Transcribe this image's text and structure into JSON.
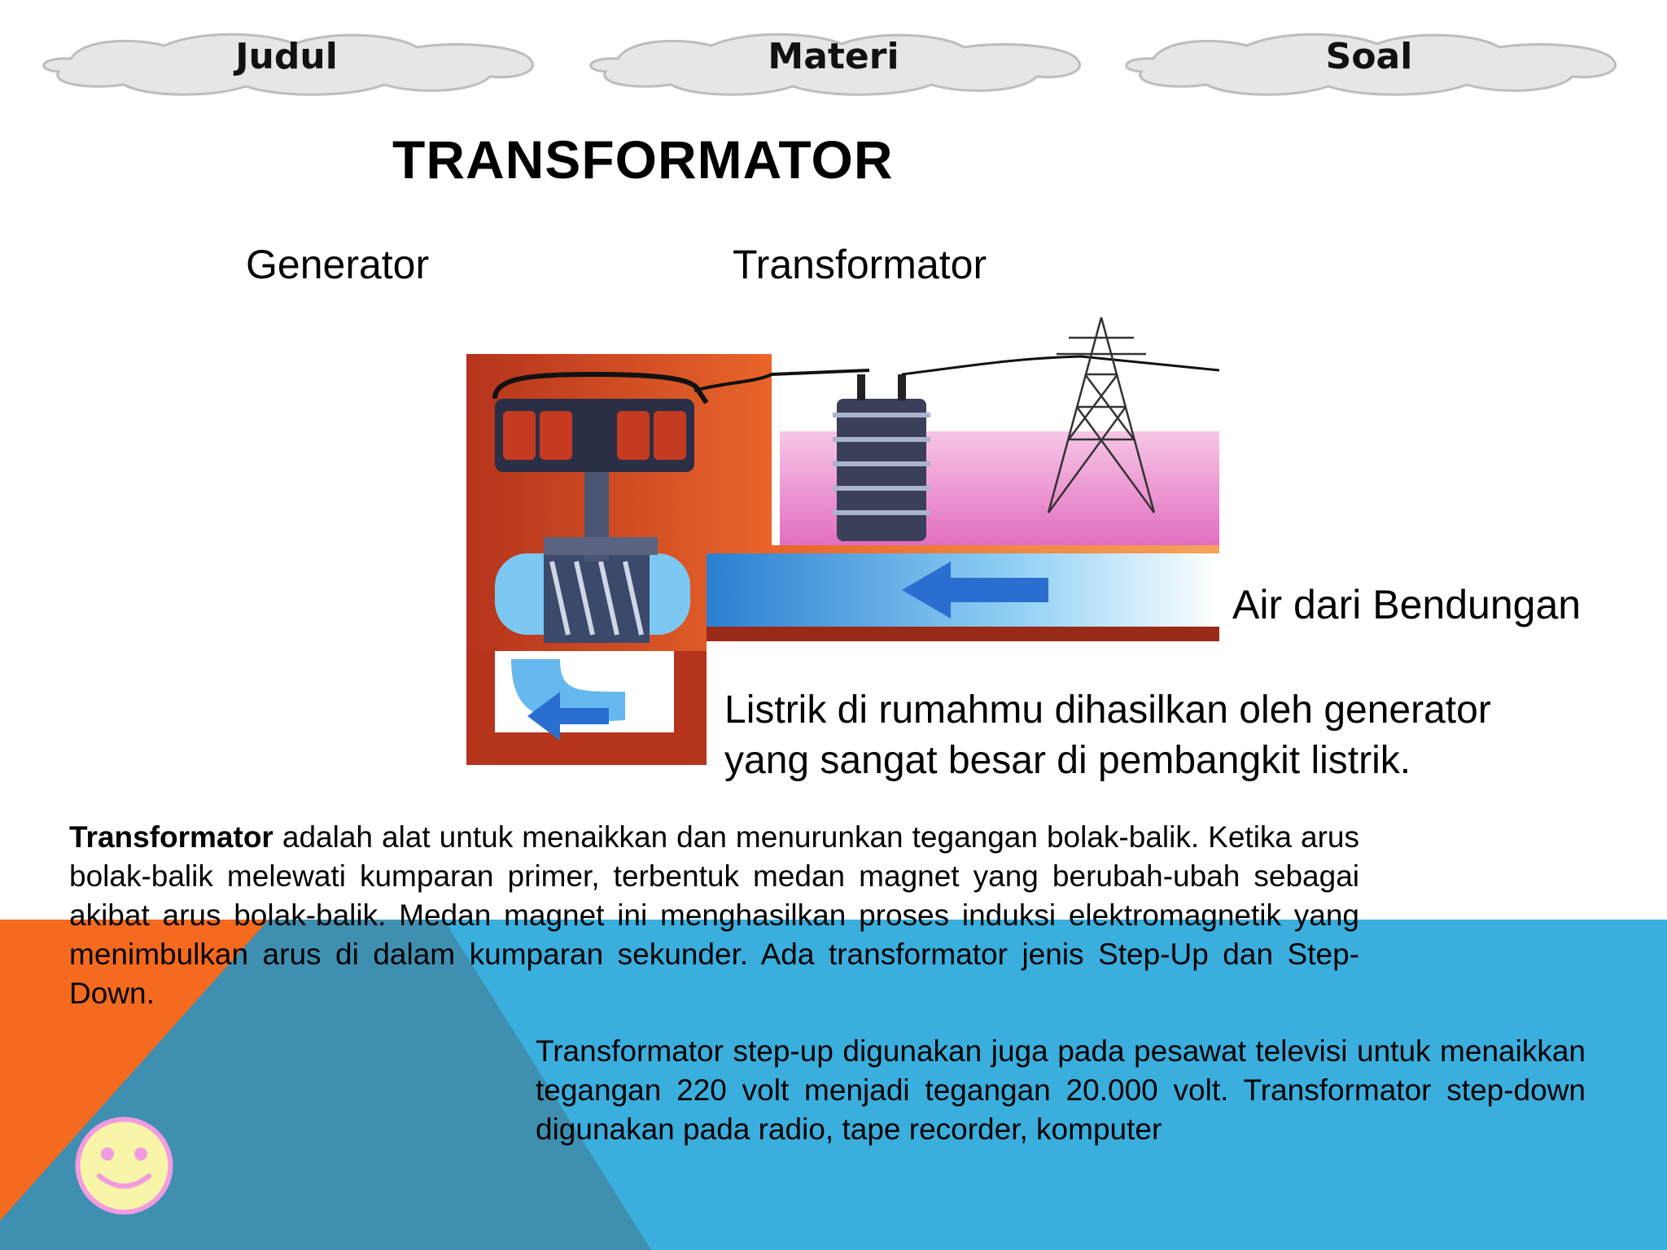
{
  "nav": {
    "judul": "Judul",
    "materi": "Materi",
    "soal": "Soal"
  },
  "title": "TRANSFORMATOR",
  "diagram": {
    "generator_label": "Generator",
    "transformator_label": "Transformator",
    "water_label": "Air dari Bendungan"
  },
  "caption": {
    "line1": "Listrik di rumahmu dihasilkan oleh generator",
    "line2": "yang sangat besar di pembangkit listrik."
  },
  "paragraph1": {
    "term": "Transformator",
    "text": " adalah alat untuk menaikkan dan menurunkan tegangan bolak-balik. Ketika arus bolak-balik melewati kumparan primer, terbentuk medan magnet yang berubah-ubah sebagai akibat arus bolak-balik. Medan magnet ini menghasilkan proses induksi elektromagnetik yang menimbulkan arus di dalam kumparan sekunder. Ada transformator jenis Step-Up dan Step-Down."
  },
  "paragraph2": "Transformator step-up digunakan juga pada pesawat televisi untuk menaikkan tegangan 220 volt menjadi tegangan 20.000 volt. Transformator step-down digunakan pada radio, tape recorder, komputer",
  "colors": {
    "orange": "#F46A1F",
    "blue": "#3AAEDD",
    "slate": "#3F8FB0",
    "smiley_fill": "#F8F4A8",
    "smiley_border": "#F29BE0"
  }
}
